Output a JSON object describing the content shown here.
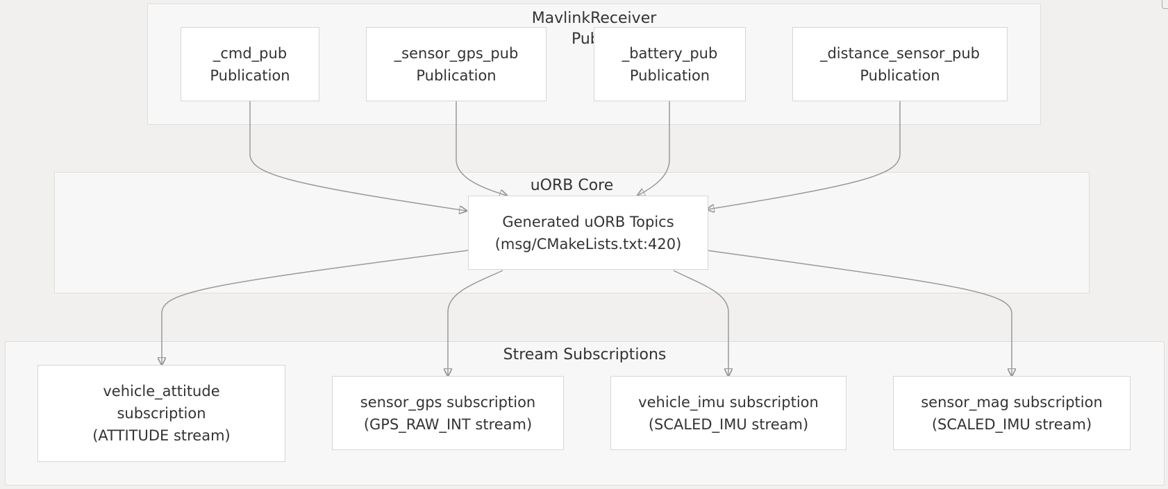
{
  "clusters": {
    "receiver": {
      "title": "MavlinkReceiver\nPublic"
    },
    "core": {
      "title": "uORB Core"
    },
    "streams": {
      "title": "Stream Subscriptions"
    }
  },
  "nodes": {
    "cmd_pub": {
      "line1": "_cmd_pub",
      "line2": "Publication"
    },
    "sensor_gps_pub": {
      "line1": "_sensor_gps_pub",
      "line2": "Publication"
    },
    "battery_pub": {
      "line1": "_battery_pub",
      "line2": "Publication"
    },
    "distance_sensor_pub": {
      "line1": "_distance_sensor_pub",
      "line2": "Publication"
    },
    "topics": {
      "line1": "Generated uORB Topics",
      "line2": "(msg/CMakeLists.txt:420)"
    },
    "vehicle_attitude": {
      "line1": "vehicle_attitude",
      "line2": "subscription",
      "line3": "(ATTITUDE stream)"
    },
    "sensor_gps_sub": {
      "line1": "sensor_gps subscription",
      "line2": "(GPS_RAW_INT stream)"
    },
    "vehicle_imu": {
      "line1": "vehicle_imu subscription",
      "line2": "(SCALED_IMU stream)"
    },
    "sensor_mag": {
      "line1": "sensor_mag subscription",
      "line2": "(SCALED_IMU stream)"
    }
  },
  "edges": [
    {
      "from": "_cmd_pub",
      "to": "Generated uORB Topics"
    },
    {
      "from": "_sensor_gps_pub",
      "to": "Generated uORB Topics"
    },
    {
      "from": "_battery_pub",
      "to": "Generated uORB Topics"
    },
    {
      "from": "_distance_sensor_pub",
      "to": "Generated uORB Topics"
    },
    {
      "from": "Generated uORB Topics",
      "to": "vehicle_attitude subscription"
    },
    {
      "from": "Generated uORB Topics",
      "to": "sensor_gps subscription"
    },
    {
      "from": "Generated uORB Topics",
      "to": "vehicle_imu subscription"
    },
    {
      "from": "Generated uORB Topics",
      "to": "sensor_mag subscription"
    }
  ],
  "colors": {
    "background": "#f1f0ee",
    "cluster_fill": "#f7f7f7",
    "node_fill": "#ffffff",
    "edge": "#999999",
    "text": "#333333"
  }
}
